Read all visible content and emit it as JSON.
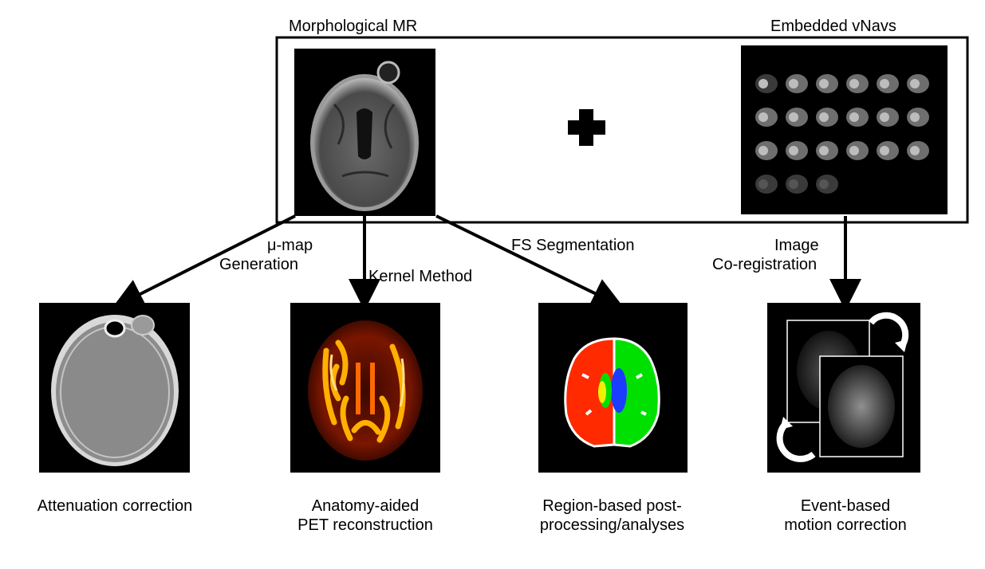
{
  "top": {
    "morph_label": "Morphological MR",
    "vnav_label": "Embedded vNavs"
  },
  "arrows": {
    "mumap_line1": "μ-map",
    "mumap_line2": "Generation",
    "kernel": "Kernel Method",
    "fs": "FS Segmentation",
    "image_line1": "Image",
    "image_line2": "Co-registration"
  },
  "outputs": [
    {
      "line1": "Attenuation correction",
      "line2": ""
    },
    {
      "line1": "Anatomy-aided",
      "line2": "PET reconstruction"
    },
    {
      "line1": "Region-based post-",
      "line2": "processing/analyses"
    },
    {
      "line1": "Event-based",
      "line2": "motion correction"
    }
  ],
  "colors": {
    "seg_left": "#ff2a00",
    "seg_right": "#00e000",
    "seg_blue": "#1c3cff",
    "seg_yellow": "#f0f000",
    "pet_hot": "#ffb000"
  },
  "icons": [
    "plus-icon",
    "rotate-arrow-icon"
  ]
}
